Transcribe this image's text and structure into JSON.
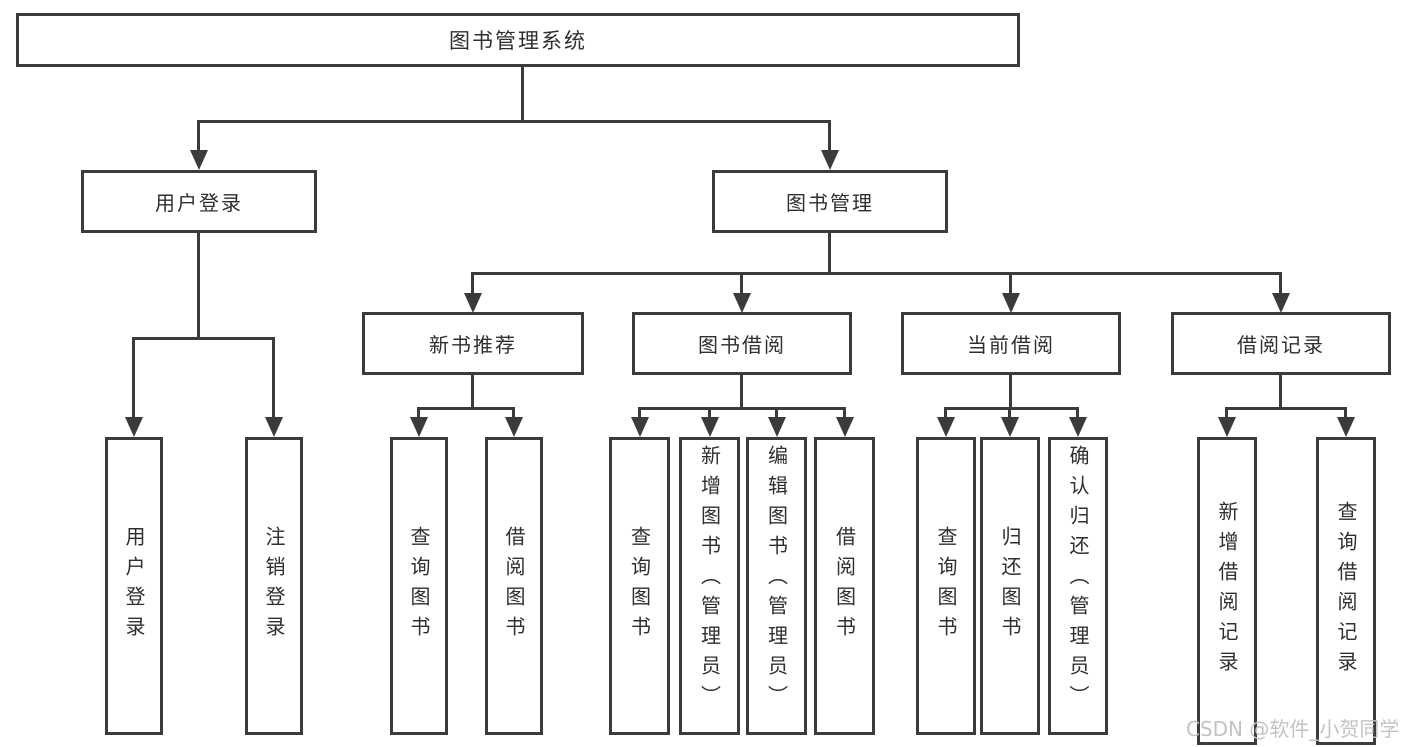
{
  "page": {
    "background": "#ffffff"
  },
  "colors": {
    "line": "#3b3b3b",
    "box_border": "#3b3b3b",
    "text": "#2f2f2f",
    "watermark": "#c3c3c3"
  },
  "watermark": {
    "text": "CSDN @软件_小贺同学"
  },
  "tree": {
    "label": "图书管理系统",
    "children": [
      {
        "label": "用户登录",
        "children": [
          {
            "label": "用户登录"
          },
          {
            "label": "注销登录"
          }
        ]
      },
      {
        "label": "图书管理",
        "children": [
          {
            "label": "新书推荐",
            "children": [
              {
                "label": "查询图书"
              },
              {
                "label": "借阅图书"
              }
            ]
          },
          {
            "label": "图书借阅",
            "children": [
              {
                "label": "查询图书"
              },
              {
                "label": "新增图书（管理员）"
              },
              {
                "label": "编辑图书（管理员）"
              },
              {
                "label": "借阅图书"
              }
            ]
          },
          {
            "label": "当前借阅",
            "children": [
              {
                "label": "查询图书"
              },
              {
                "label": "归还图书"
              },
              {
                "label": "确认归还（管理员）"
              }
            ]
          },
          {
            "label": "借阅记录",
            "children": [
              {
                "label": "新增借阅记录"
              },
              {
                "label": "查询借阅记录"
              }
            ]
          }
        ]
      }
    ]
  }
}
